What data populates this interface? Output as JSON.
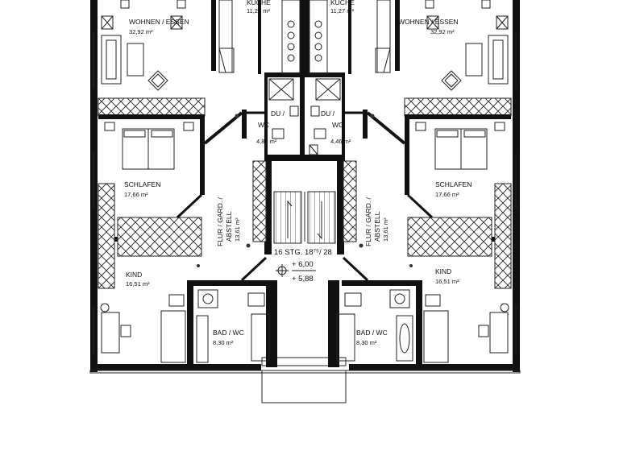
{
  "plan": {
    "left_unit": {
      "living": {
        "name": "WOHNEN / ESSEN",
        "area": "32,92 m²"
      },
      "kitchen": {
        "name": "KÜCHE",
        "area": "11,27 m²"
      },
      "shower": {
        "name_line1": "DU /",
        "name_line2": "WC",
        "area": "4,82 m²"
      },
      "bedroom": {
        "name": "SCHLAFEN",
        "area": "17,66 m²"
      },
      "hall": {
        "name_line1": "FLUR / GARD. /",
        "name_line2": "ABSTELL",
        "area": "13,61 m²"
      },
      "child": {
        "name": "KIND",
        "area": "16,51 m²"
      },
      "bath": {
        "name": "BAD / WC",
        "area": "8,30 m²"
      }
    },
    "right_unit": {
      "living": {
        "name": "WOHNEN / ESSEN",
        "area": "32,92 m²"
      },
      "kitchen": {
        "name": "KÜCHE",
        "area": "11,27 m²"
      },
      "shower": {
        "name_line1": "DU /",
        "name_line2": "WC",
        "area": "4,46 m²"
      },
      "bedroom": {
        "name": "SCHLAFEN",
        "area": "17,66 m²"
      },
      "hall": {
        "name_line1": "FLUR / GARD. /",
        "name_line2": "ABSTELL",
        "area": "13,61 m²"
      },
      "child": {
        "name": "KIND",
        "area": "16,51 m²"
      },
      "bath": {
        "name": "BAD / WC",
        "area": "8,30 m²"
      }
    },
    "stair": {
      "label": "16 STG. 18⁷⁵/ 28",
      "level_upper": "+ 6,00",
      "level_lower": "+ 5,88"
    }
  }
}
